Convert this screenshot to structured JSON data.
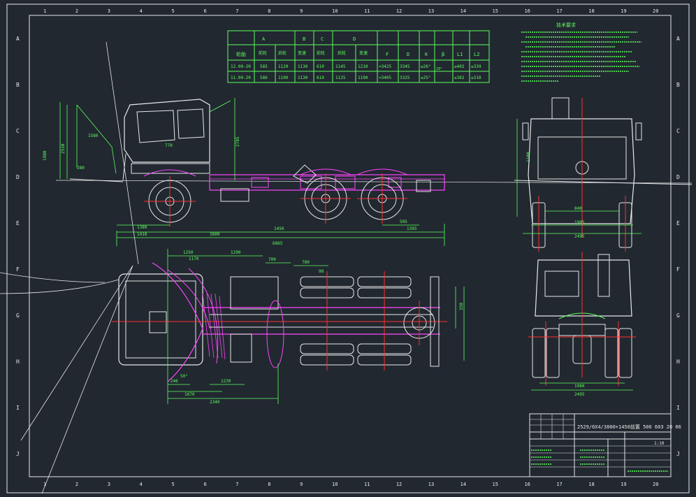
{
  "grid": {
    "cols": [
      "1",
      "2",
      "3",
      "4",
      "5",
      "6",
      "7",
      "8",
      "9",
      "10",
      "11",
      "12",
      "13",
      "14",
      "15",
      "16",
      "17",
      "18",
      "19",
      "20"
    ],
    "rows": [
      "A",
      "B",
      "C",
      "D",
      "E",
      "F",
      "G",
      "H",
      "I",
      "J"
    ]
  },
  "spec_table": {
    "col_headers": [
      "A",
      "B",
      "C",
      "D",
      "F",
      "D",
      "K",
      "β",
      "L1",
      "L2"
    ],
    "sub_headers": [
      "轮胎",
      "前轮",
      "后轮",
      "变速",
      "前轮",
      "后轮",
      "变速"
    ],
    "rows": [
      [
        "12.00-20",
        "585",
        "1120",
        "1130",
        "610",
        "1145",
        "1210",
        "≈3425",
        "3345",
        "≥26°",
        "≥402",
        "≥339"
      ],
      [
        "11.00-20",
        "586",
        "1100",
        "1130",
        "610",
        "1125",
        "1190",
        "≈3405",
        "3325",
        "≥25°",
        "≥382",
        "≥318"
      ]
    ],
    "beta_note": "29°"
  },
  "notes_title": "技术要求",
  "dims_side": [
    "3800",
    "1450",
    "6865",
    "1410",
    "1380",
    "1395",
    "505",
    "2785",
    "1580",
    "770",
    "2530",
    "280",
    "1980"
  ],
  "dims_top": [
    "1250",
    "1290",
    "700",
    "780",
    "1670",
    "2340",
    "246",
    "1230",
    "1170",
    "98",
    "350",
    "50°"
  ],
  "dims_front": [
    "1995",
    "840",
    "2495",
    "1100"
  ],
  "dims_rear": [
    "1980",
    "2495"
  ],
  "title_block": {
    "drawing_name": "2529/6X4/3800+1450前置  506 603 20 06",
    "scale": "1:10"
  },
  "colors": {
    "bg": "#212830",
    "line": "#e8e8e8",
    "dim": "#5cff5c",
    "magenta": "#ff44ff",
    "red": "#ff3030",
    "cyan": "#40e0ff"
  }
}
